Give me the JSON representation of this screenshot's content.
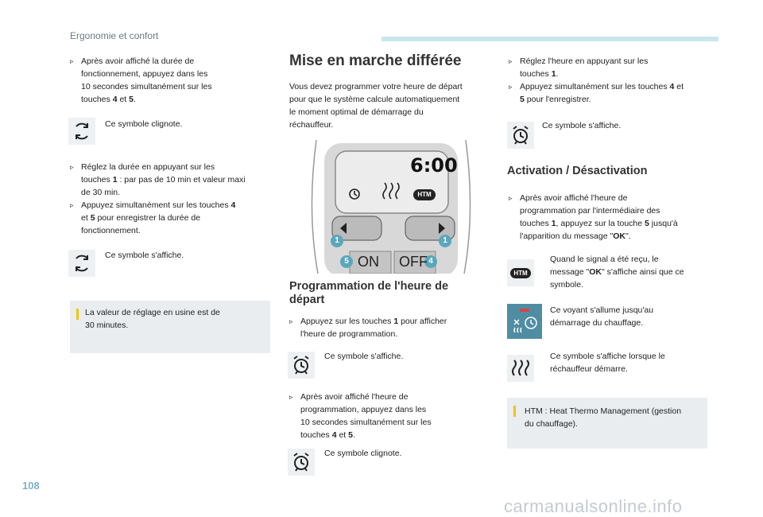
{
  "header": {
    "section": "Ergonomie et confort",
    "page_number": "108"
  },
  "watermark": "carmanualsonline.info",
  "left": {
    "b1": [
      "Après avoir affiché la durée de",
      "fonctionnement, appuyez dans les",
      "10 secondes simultanément sur les",
      "touches ",
      "4",
      " et ",
      "5",
      "."
    ],
    "s1": "Ce symbole clignote.",
    "b2": [
      "Réglez la durée en appuyant sur les",
      "touches ",
      "1",
      " : par pas de 10 min et valeur maxi",
      "de 30 min."
    ],
    "b3": [
      "Appuyez simultanément sur les touches ",
      "4",
      "et ",
      "5",
      " pour enregistrer la durée de",
      "fonctionnement."
    ],
    "s2": "Ce symbole s'affiche.",
    "note": [
      "La valeur de réglage en usine est de",
      "30 minutes."
    ]
  },
  "middle": {
    "title": "Mise en marche différée",
    "intro": [
      "Vous devez programmer votre heure de départ",
      "pour que le système calcule automatiquement",
      "le moment optimal de démarrage du",
      "réchauffeur."
    ],
    "illus": {
      "time": "6:00",
      "htm": "HTM",
      "on": "ON",
      "off": "OFF",
      "n1": "1",
      "n5": "5",
      "n4": "4"
    },
    "subtitle": [
      "Programmation de l'heure de",
      "départ"
    ],
    "b1": [
      "Appuyez sur les touches ",
      "1",
      " pour afficher",
      "l'heure de programmation."
    ],
    "s1": "Ce symbole s'affiche.",
    "b2": [
      "Après avoir affiché l'heure de",
      "programmation, appuyez dans les",
      "10 secondes simultanément sur les",
      "touches ",
      "4",
      " et ",
      "5",
      "."
    ],
    "s2": "Ce symbole clignote."
  },
  "right": {
    "b1": [
      "Réglez l'heure en appuyant sur les",
      "touches ",
      "1",
      "."
    ],
    "b2": [
      "Appuyez simultanément sur les touches ",
      "4",
      " et",
      "5",
      " pour l'enregistrer."
    ],
    "s1": "Ce symbole s'affiche.",
    "subtitle": "Activation / Désactivation",
    "b3": [
      "Après avoir affiché l'heure de",
      "programmation par l'intermédiaire des",
      "touches ",
      "1",
      ", appuyez sur la touche ",
      "5",
      " jusqu'à",
      "l'apparition du message \"",
      "OK",
      "\"."
    ],
    "s_htm": [
      "Quand le signal a été reçu, le",
      "message \"",
      "OK",
      "\" s'affiche ainsi que ce",
      "symbole."
    ],
    "s_lamp": [
      "Ce voyant s'allume jusqu'au",
      "démarrage du chauffage."
    ],
    "s_heat": [
      "Ce symbole s'affiche lorsque le",
      "réchauffeur démarre."
    ],
    "note": [
      "HTM : Heat Thermo Management (gestion",
      "du chauffage)."
    ],
    "htm_badge": "HTM"
  },
  "colors": {
    "accent_teal": "#5aa7bd",
    "info_bar": "#f2c400",
    "box_bg": "#e9edf0",
    "lamp_bg": "#4f8da3"
  }
}
